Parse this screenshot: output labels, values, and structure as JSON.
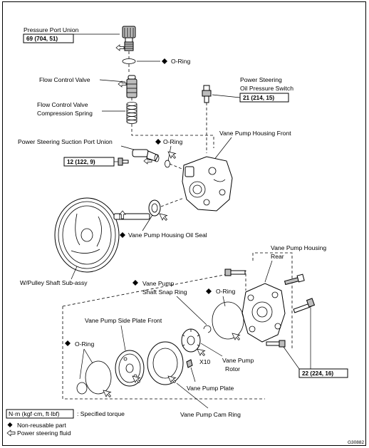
{
  "parts": {
    "pressure_port_union": "Pressure Port Union",
    "o_ring_top": "O-Ring",
    "flow_control_valve": "Flow Control Valve",
    "flow_spring_line1": "Flow  Control  Valve",
    "flow_spring_line2": "Compression Spring",
    "ps_switch_line1": "Power Steering",
    "ps_switch_line2": "Oil Pressure Switch",
    "suction_union": "Power Steering Suction Port Union",
    "o_ring_suction": "O-Ring",
    "housing_front": "Vane Pump Housing Front",
    "oil_seal": "Vane Pump Housing Oil Seal",
    "pulley_shaft": "W/Pulley Shaft Sub-assy",
    "housing_rear_line1": "Vane  Pump  Housing",
    "housing_rear_line2": "Rear",
    "snap_ring_line1": "Vane Pump",
    "snap_ring_line2": "Shaft Snap Ring",
    "o_ring_rear": "O-Ring",
    "side_plate_front": "Vane Pump Side Plate Front",
    "o_ring_left": "O-Ring",
    "rotor_line1": "Vane Pump",
    "rotor_line2": "Rotor",
    "x10": "X10",
    "pump_plate": "Vane Pump Plate",
    "cam_ring": "Vane Pump Cam Ring"
  },
  "torques": {
    "pressure_union": "69 (704, 51)",
    "ps_switch": "21 (214, 15)",
    "suction_union": "12 (122, 9)",
    "rear_bolts": "22 (224, 16)"
  },
  "legend": {
    "torque_unit": "N·m (kgf·cm, ft·lbf)",
    "torque_desc": ": Specified torque",
    "non_reusable": "Non-reusable part",
    "fluid": "Power steering fluid"
  },
  "figure_id": "G30882",
  "icons": {
    "non_reusable": "filled-diamond-icon",
    "fluid": "hollow-arrow-icon"
  }
}
